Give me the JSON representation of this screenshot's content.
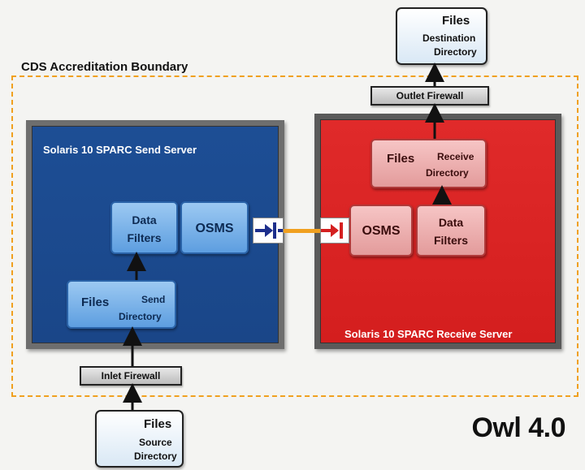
{
  "boundary": {
    "label": "CDS Accreditation Boundary"
  },
  "destination": {
    "title": "Files",
    "line1": "Destination",
    "line2": "Directory"
  },
  "outlet_firewall": {
    "label": "Outlet Firewall"
  },
  "send_server": {
    "title": "Solaris 10 SPARC Send Server",
    "data_filters": {
      "line1": "Data",
      "line2": "Filters"
    },
    "osms": "OSMS",
    "send_directory": {
      "title": "Files",
      "line1": "Send",
      "line2": "Directory"
    }
  },
  "receive_server": {
    "title": "Solaris 10 SPARC Receive Server",
    "receive_directory": {
      "title": "Files",
      "line1": "Receive",
      "line2": "Directory"
    },
    "osms": "OSMS",
    "data_filters": {
      "line1": "Data",
      "line2": "Filters"
    }
  },
  "inlet_firewall": {
    "label": "Inlet Firewall"
  },
  "source": {
    "title": "Files",
    "line1": "Source",
    "line2": "Directory"
  },
  "version": "Owl 4.0",
  "colors": {
    "boundary": "#f0a020",
    "send_server": "#1d4e95",
    "receive_server": "#e02a2a",
    "link": "#f0a020",
    "send_connector": "#1d2f8c",
    "receive_connector": "#d42020"
  }
}
